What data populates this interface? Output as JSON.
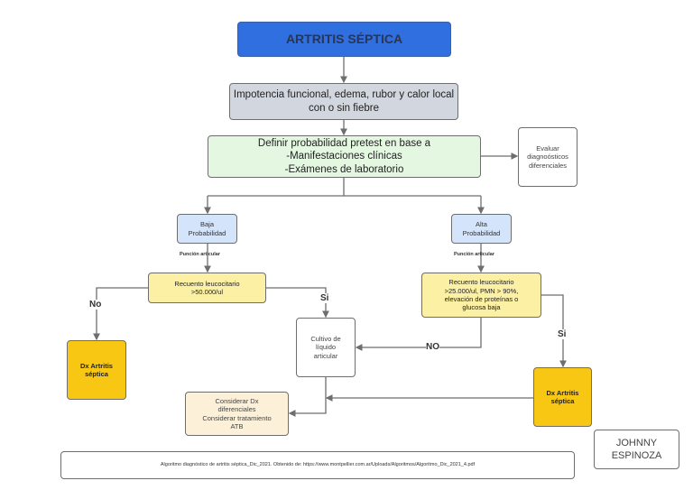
{
  "diagram": {
    "title": "ARTRITIS SÉPTICA",
    "nodes": {
      "symptoms": [
        "Impotencia funcional, edema, rubor y calor local",
        "con o sin fiebre"
      ],
      "pretest": [
        "Definir probabilidad pretest en base a",
        "-Manifestaciones clínicas",
        "-Exámenes de laboratorio"
      ],
      "evaluar": [
        "Evaluar",
        "diagnoósticos",
        "diferenciales"
      ],
      "baja": [
        "Baja",
        "Probabilidad"
      ],
      "alta": [
        "Alta",
        "Probabilidad"
      ],
      "recuento_low": [
        "Recuento leucocitario",
        ">50.000/ul"
      ],
      "recuento_high": [
        "Recuento leucocitario",
        ">25.000/ul, PMN > 90%,",
        "elevación de proteínas o",
        "glucosa baja"
      ],
      "dx_left": [
        "Dx Artritis",
        "séptica"
      ],
      "dx_right": [
        "Dx Artritis",
        "séptica"
      ],
      "cultivo": [
        "Cultivo de",
        "líquido",
        "articular"
      ],
      "considerar": [
        "Considerar Dx",
        "diferenciales",
        "Considerar tratamiento",
        "ATB"
      ]
    },
    "edge_labels": {
      "puncion_left": "Punción articular",
      "puncion_right": "Punción articular",
      "no_left": "No",
      "si_left": "Si",
      "no_right": "NO",
      "si_right": "Si"
    },
    "footer": "Algoritmo diagnóstico de artritis séptica_Dic_2021. Obtenido de: https://www.montpellier.com.ar/Uploads/Algoritmos/Algoritmo_Dic_2021_4.pdf",
    "author": [
      "JOHNNY",
      "ESPINOZA"
    ]
  },
  "colors": {
    "title_fill": "#2f6fe0",
    "symptoms_fill": "#d2d6de",
    "pretest_fill": "#e3f7e1",
    "probability_fill": "#d3e4fb",
    "recuento_fill": "#fbf0a3",
    "dx_fill": "#f7c713",
    "considerar_fill": "#fdf0d8",
    "connector": "#6e6e6e"
  }
}
